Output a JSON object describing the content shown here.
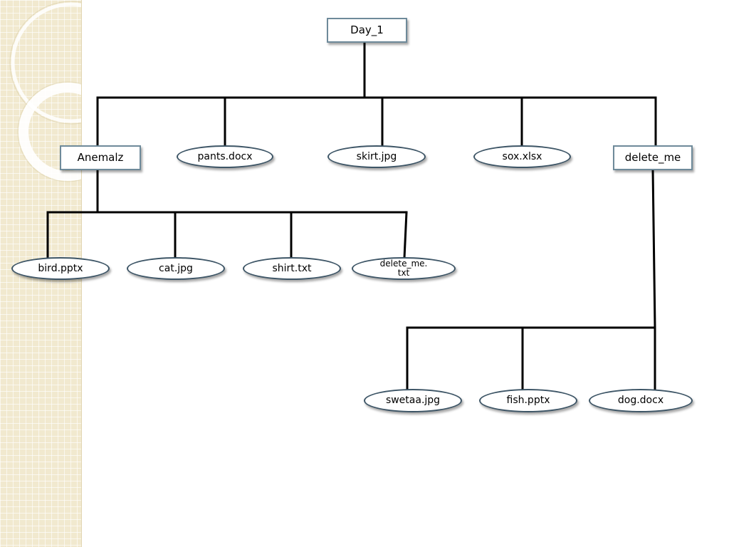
{
  "diagram": {
    "root": {
      "label": "Day_1"
    },
    "level1": [
      {
        "label": "Anemalz"
      },
      {
        "label": "pants.docx"
      },
      {
        "label": "skirt.jpg"
      },
      {
        "label": "sox.xlsx"
      },
      {
        "label": "delete_me"
      }
    ],
    "anemalz_children": [
      {
        "label": "bird.pptx"
      },
      {
        "label": "cat.jpg"
      },
      {
        "label": "shirt.txt"
      },
      {
        "label": "delete_me.\ntxt"
      }
    ],
    "delete_me_children": [
      {
        "label": "swetaa.jpg"
      },
      {
        "label": "fish.pptx"
      },
      {
        "label": "dog.docx"
      }
    ]
  }
}
